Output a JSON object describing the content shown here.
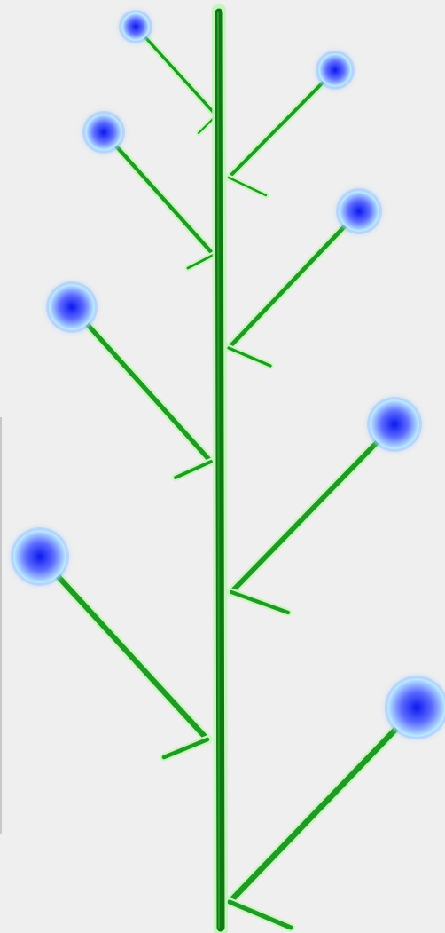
{
  "diagram": {
    "kind": "branching-tree",
    "colors": {
      "background": "#efefef",
      "stem_dark": "#0f7a12",
      "stem_light": "#bff5b6",
      "branch_dark": "#1f9a24",
      "branch_light": "#c9f7bf",
      "node_core": "#0b18f0",
      "node_mid": "#5d6cff",
      "node_rim": "#b8e6ff",
      "glow": "#8fb6ff"
    },
    "stem": {
      "name": "main-stem"
    },
    "branches": [
      {
        "id": "branch-1",
        "side": "left",
        "order": 1,
        "node_size": "small"
      },
      {
        "id": "branch-2",
        "side": "right",
        "order": 2,
        "node_size": "small"
      },
      {
        "id": "branch-3",
        "side": "left",
        "order": 3,
        "node_size": "medium"
      },
      {
        "id": "branch-4",
        "side": "right",
        "order": 4,
        "node_size": "medium"
      },
      {
        "id": "branch-5",
        "side": "left",
        "order": 5,
        "node_size": "medium"
      },
      {
        "id": "branch-6",
        "side": "right",
        "order": 6,
        "node_size": "large"
      },
      {
        "id": "branch-7",
        "side": "left",
        "order": 7,
        "node_size": "large"
      },
      {
        "id": "branch-8",
        "side": "right",
        "order": 8,
        "node_size": "large"
      }
    ]
  }
}
